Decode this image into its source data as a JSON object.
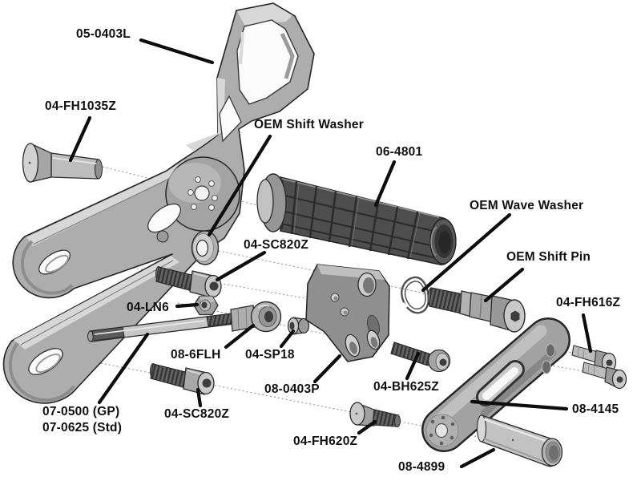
{
  "diagram": {
    "background_color": "#ffffff",
    "label_color": "#101010",
    "leader_line_color": "#0d0d0d",
    "axis_line_color": "#8a8a8a",
    "part_fill_light": "#adadad",
    "part_fill_dark": "#4e4e4e",
    "labels": [
      {
        "id": "part-05-0403L",
        "text": "05-0403L"
      },
      {
        "id": "bolt-04-FH1035Z",
        "text": "04-FH1035Z"
      },
      {
        "id": "oem-shift-washer",
        "text": "OEM Shift Washer"
      },
      {
        "id": "peg-06-4801",
        "text": "06-4801"
      },
      {
        "id": "oem-wave-washer",
        "text": "OEM Wave Washer"
      },
      {
        "id": "oem-shift-pin",
        "text": "OEM Shift Pin"
      },
      {
        "id": "screw-04-SC820Z-upper",
        "text": "04-SC820Z"
      },
      {
        "id": "nut-04-LN6",
        "text": "04-LN6"
      },
      {
        "id": "rod-end-08-6FLH",
        "text": "08-6FLH"
      },
      {
        "id": "spacer-04-SP18",
        "text": "04-SP18"
      },
      {
        "id": "plate-08-0403P",
        "text": "08-0403P"
      },
      {
        "id": "bolt-04-BH625Z",
        "text": "04-BH625Z"
      },
      {
        "id": "rod-07-0500",
        "text": "07-0500 (GP)",
        "text2": "07-0625 (Std)"
      },
      {
        "id": "screw-04-SC820Z-lower",
        "text": "04-SC820Z"
      },
      {
        "id": "arm-08-4145",
        "text": "08-4145"
      },
      {
        "id": "bolt-04-FH616Z",
        "text": "04-FH616Z"
      },
      {
        "id": "bolt-04-FH620Z",
        "text": "04-FH620Z"
      },
      {
        "id": "tube-08-4899",
        "text": "08-4899"
      }
    ]
  }
}
